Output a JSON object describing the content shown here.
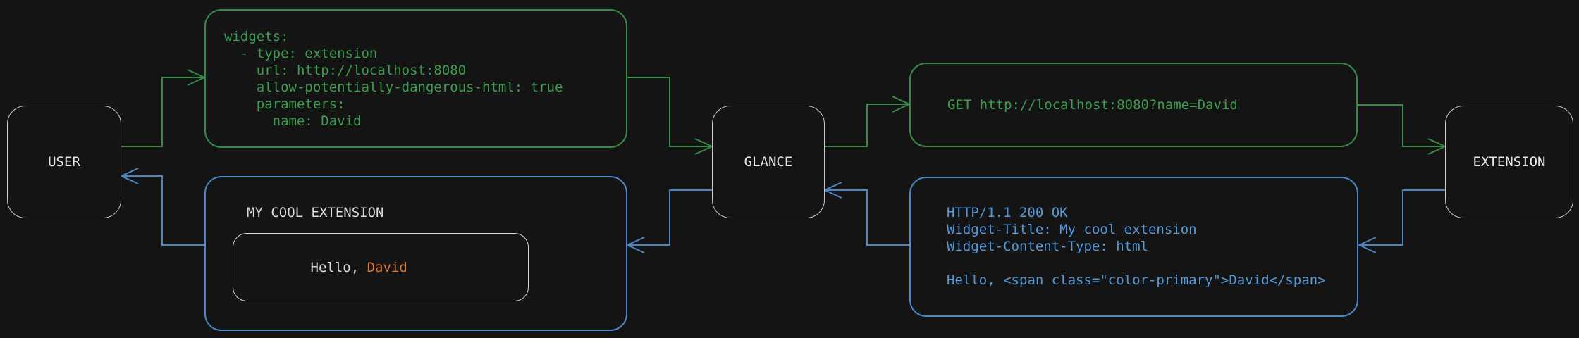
{
  "colors": {
    "background": "#141414",
    "green_line": "#378a48",
    "green_text": "#3d9c4f",
    "blue_line": "#4a86c6",
    "blue_text": "#5599d9",
    "orange": "#dd7630",
    "node_border": "#c8c8c8",
    "node_text": "#e6e6e6",
    "light_border": "#d6d6d6",
    "light_text": "#dcdcdc"
  },
  "nodes": {
    "user": {
      "label": "USER"
    },
    "glance": {
      "label": "GLANCE"
    },
    "extension": {
      "label": "EXTENSION"
    }
  },
  "config_box": {
    "code": "widgets:\n  - type: extension\n    url: http://localhost:8080\n    allow-potentially-dangerous-html: true\n    parameters:\n      name: David"
  },
  "request_box": {
    "code": "GET http://localhost:8080?name=David"
  },
  "response_box": {
    "code": "HTTP/1.1 200 OK\nWidget-Title: My cool extension\nWidget-Content-Type: html\n\nHello, <span class=\"color-primary\">David</span>"
  },
  "widget_preview": {
    "title": "MY COOL EXTENSION",
    "greeting_prefix": "Hello, ",
    "greeting_name": "David"
  }
}
